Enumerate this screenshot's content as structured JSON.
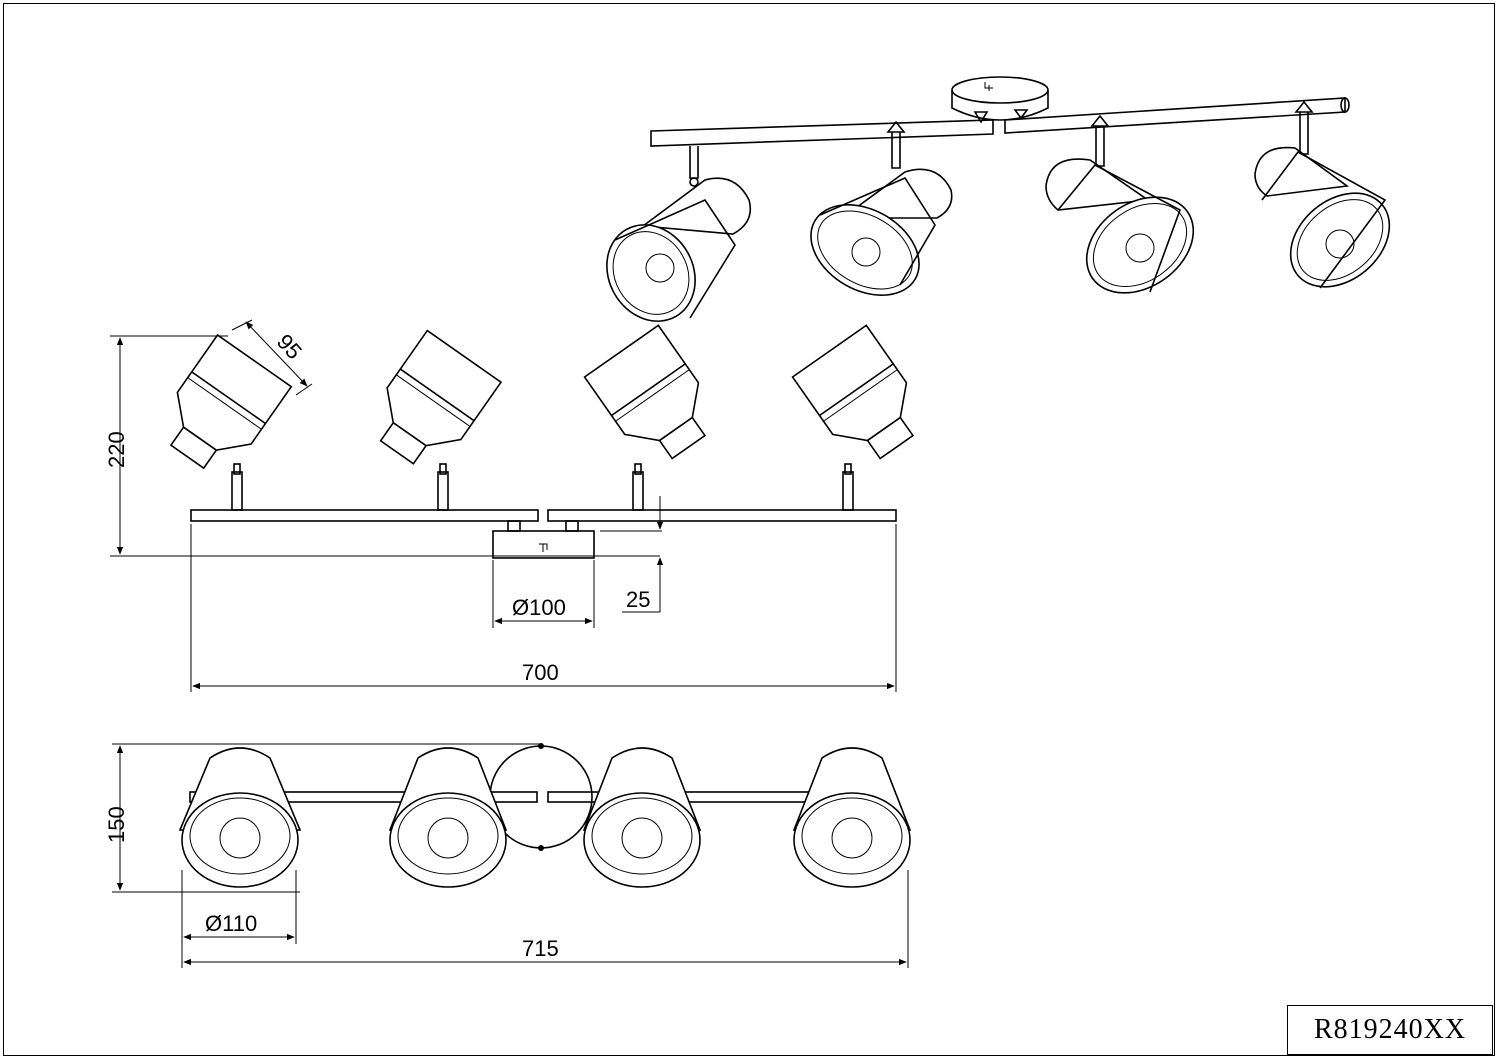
{
  "drawing": {
    "product_code": "R819240XX",
    "dimensions": {
      "shade_depth": "95",
      "total_height": "220",
      "canopy_diameter": "Ø100",
      "canopy_height": "25",
      "bar_length": "700",
      "depth": "150",
      "shade_diameter": "Ø110",
      "total_length": "715"
    }
  }
}
